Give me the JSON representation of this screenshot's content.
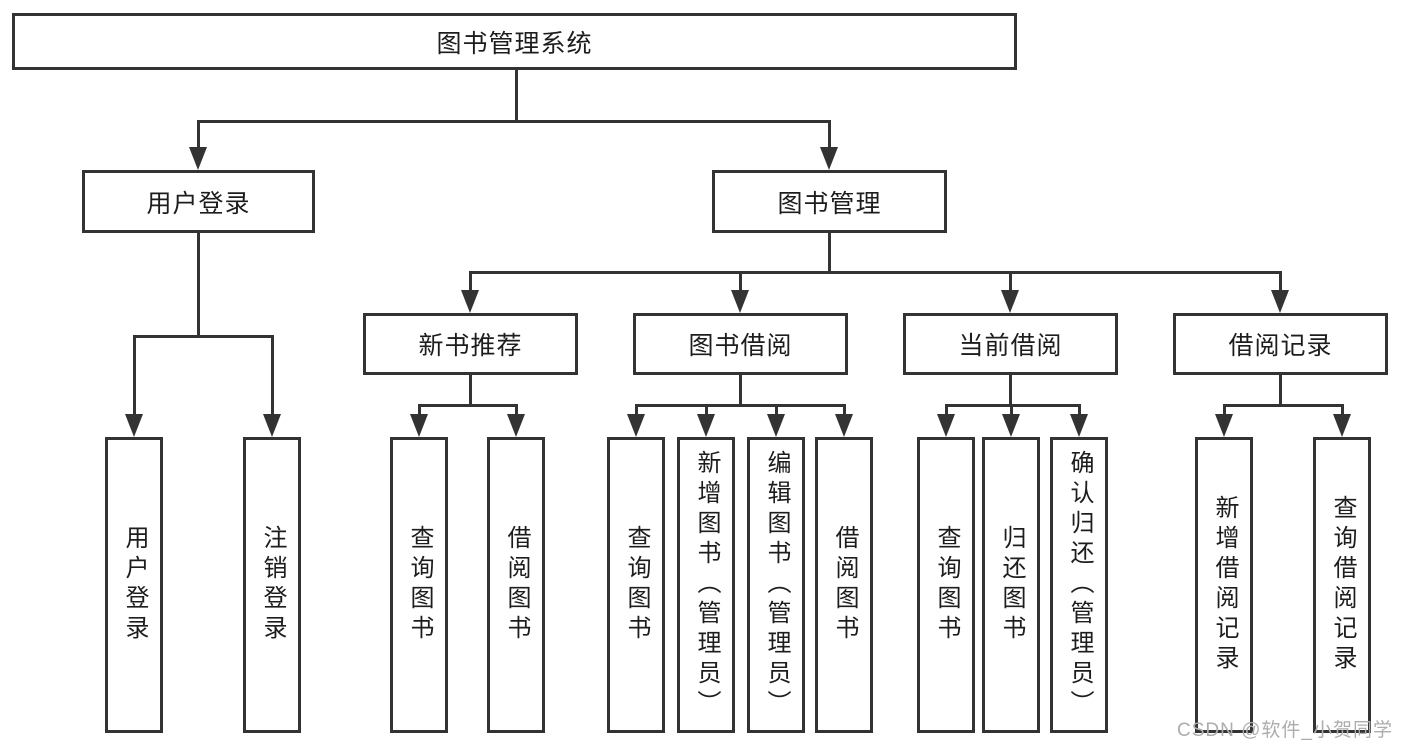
{
  "diagram_type": "hierarchy-tree",
  "colors": {
    "line": "#333333",
    "text": "#1d1d1d",
    "background": "#ffffff",
    "watermark": "#adadad"
  },
  "nodes": {
    "root": "图书管理系统",
    "user_login": {
      "label": "用户登录",
      "children": {
        "login": "用户登录",
        "logout": "注销登录"
      }
    },
    "book_mgmt": {
      "label": "图书管理"
    },
    "new_books": {
      "label": "新书推荐",
      "children": {
        "query": "查询图书",
        "borrow": "借阅图书"
      }
    },
    "borrowing": {
      "label": "图书借阅",
      "children": {
        "query": "查询图书",
        "add": "新增图书（管理员）",
        "edit": "编辑图书（管理员）",
        "borrow": "借阅图书"
      }
    },
    "current": {
      "label": "当前借阅",
      "children": {
        "query": "查询图书",
        "return": "归还图书",
        "confirm": "确认归还（管理员）"
      }
    },
    "records": {
      "label": "借阅记录",
      "children": {
        "add": "新增借阅记录",
        "query": "查询借阅记录"
      }
    }
  },
  "watermark": {
    "text": "CSDN @软件_小贺同学"
  }
}
